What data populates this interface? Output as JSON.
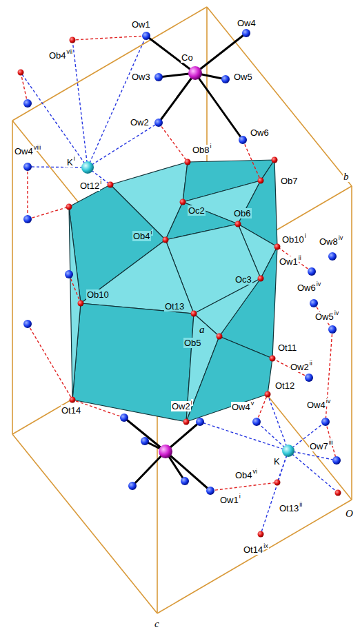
{
  "diagram": {
    "labels": [
      "Ow1",
      "Ow4",
      "Co",
      "Ob4",
      "vii",
      "Ow3",
      "Ow5",
      "K",
      "i",
      "Ow2",
      "Ow6",
      "b",
      "Ow4",
      "viii",
      "Ot12",
      "i",
      "Ob8",
      "i",
      "Oc2",
      "Ob7",
      "Ob4",
      "i",
      "Ob6",
      "Ob10",
      "i",
      "Ow8",
      "iv",
      "Ow1",
      "ii",
      "Ot13",
      "a",
      "Oc3",
      "Ob10",
      "Ow6",
      "iv",
      "Ow5",
      "iv",
      "Ob5",
      "Ot11",
      "Ow2",
      "ii",
      "Ot12",
      "Ow4",
      "v",
      "Ow4",
      "iv",
      "Ow2",
      "i",
      "Ot14",
      "K",
      "Ow7",
      "iii",
      "Ob4",
      "vi",
      "Ow1",
      "i",
      "Ot13",
      "ii",
      "O",
      "Ot14",
      "ix",
      "c"
    ]
  }
}
